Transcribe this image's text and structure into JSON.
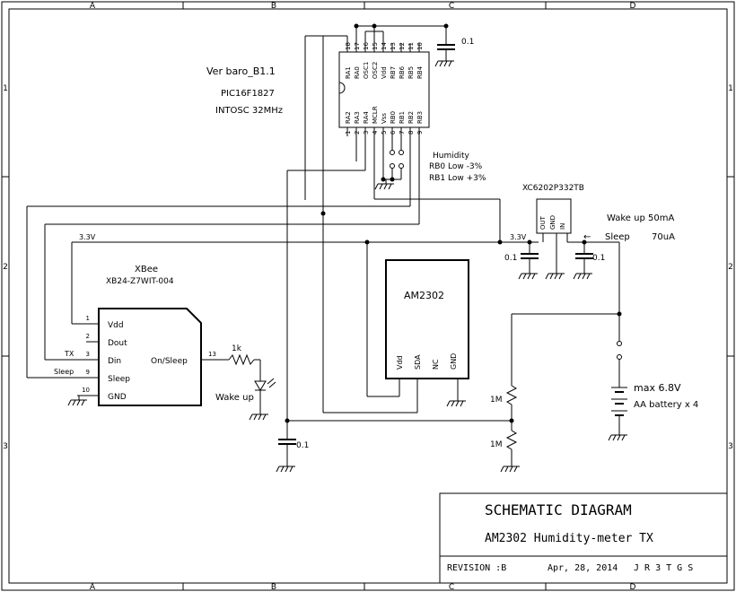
{
  "grid": {
    "cols": [
      "A",
      "B",
      "C",
      "D"
    ],
    "rows": [
      "1",
      "2",
      "3"
    ]
  },
  "title_block": {
    "title": "SCHEMATIC DIAGRAM",
    "subtitle": "AM2302 Humidity-meter TX",
    "revision": "REVISION :B",
    "date": "Apr, 28, 2014",
    "author": "J R 3 T G S"
  },
  "version_label": "Ver baro_B1.1",
  "mcu": {
    "part": "PIC16F1827",
    "clock": "INTOSC 32MHz",
    "top_pin_numbers": [
      "18",
      "17",
      "16",
      "15",
      "14",
      "13",
      "12",
      "11",
      "10"
    ],
    "top_pin_names": [
      "RA1",
      "RA0",
      "OSC1",
      "OSC2",
      "Vdd",
      "RB7",
      "RB6",
      "RB5",
      "RB4"
    ],
    "bottom_pin_numbers": [
      "1",
      "2",
      "3",
      "4",
      "5",
      "6",
      "7",
      "8",
      "9"
    ],
    "bottom_pin_names": [
      "RA2",
      "RA3",
      "RA4",
      "MCLR",
      "Vss",
      "RB0",
      "RB1",
      "RB2",
      "RB3"
    ]
  },
  "humidity_note": [
    "Humidity",
    "RB0 Low  -3%",
    "RB1 Low  +3%"
  ],
  "regulator": {
    "part": "XC6202P332TB",
    "pins": [
      "OUT",
      "GND",
      "IN"
    ]
  },
  "current_notes": {
    "wake": "Wake up 50mA",
    "arrow": "←",
    "sleep": "Sleep",
    "sleep_current": "70uA"
  },
  "xbee": {
    "name": "XBee",
    "part": "XB24-Z7WIT-004",
    "pins_left": [
      {
        "num": "1",
        "name": "Vdd"
      },
      {
        "num": "2",
        "name": "Dout"
      },
      {
        "num": "3",
        "name": "Din"
      },
      {
        "num": "9",
        "name": "Sleep"
      },
      {
        "num": "10",
        "name": "GND"
      }
    ],
    "pin_right": {
      "num": "13",
      "name": "On/Sleep"
    }
  },
  "net_labels": {
    "vcc_left": "3.3V",
    "vcc_right": "3.3V",
    "tx": "TX",
    "sleep": "Sleep"
  },
  "led": {
    "resistor": "1k",
    "label": "Wake up"
  },
  "sensor": {
    "name": "AM2302",
    "pins": [
      "Vdd",
      "SDA",
      "NC",
      "GND"
    ]
  },
  "capacitors": {
    "mcu_decoupling": "0.1",
    "reg_out": "0.1",
    "reg_in": "0.1",
    "bottom": "0.1"
  },
  "divider": {
    "r1": "1M",
    "r2": "1M"
  },
  "battery": {
    "max": "max 6.8V",
    "desc": "AA battery x 4"
  }
}
